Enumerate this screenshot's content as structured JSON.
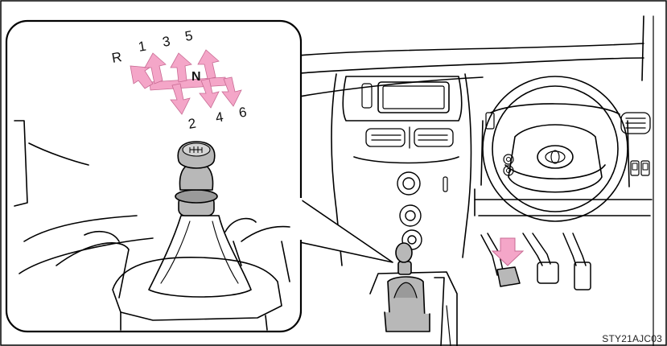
{
  "shift_pattern": {
    "gears": {
      "r": "R",
      "g1": "1",
      "g2": "2",
      "g3": "3",
      "g4": "4",
      "g5": "5",
      "g6": "6",
      "neutral": "N"
    },
    "arrow_color": "#f4a6c8"
  },
  "pedal_arrow_color": "#f4a6c8",
  "gear_knob_fill": "#b8b8b8",
  "figure_code": "STY21AJC03"
}
